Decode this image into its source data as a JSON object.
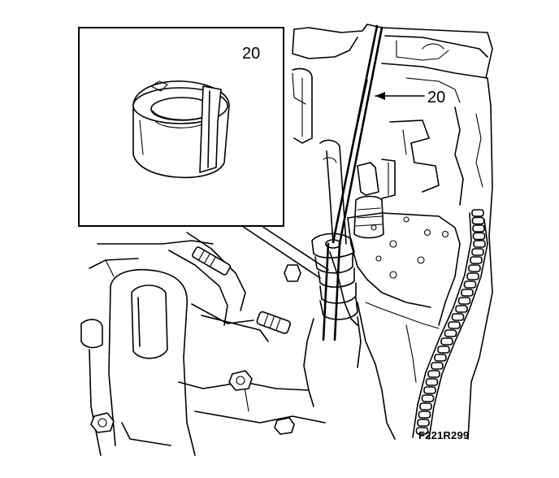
{
  "figure": {
    "callout_label": "20",
    "inset_label": "20",
    "figure_code": "F221R299"
  },
  "icons": {
    "inset_part": "split-valve-collet-icon",
    "tool": "probe-rod-icon"
  }
}
